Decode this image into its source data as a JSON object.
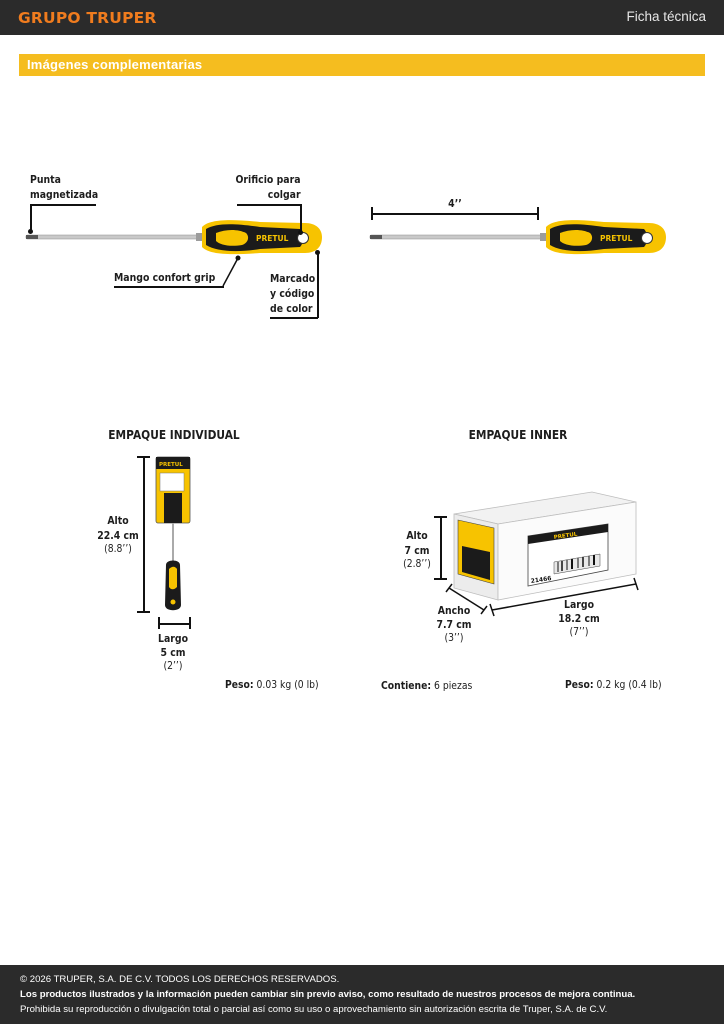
{
  "header": {
    "brand": "GRUPO TRUPER",
    "doc_type": "Ficha técnica"
  },
  "section": {
    "title": "Imágenes complementarias"
  },
  "product": {
    "callouts": {
      "tip_line1": "Punta",
      "tip_line2": "magnetizada",
      "hole_line1": "Orificio para",
      "hole_line2": "colgar",
      "grip": "Mango confort grip",
      "mark_line1": "Marcado",
      "mark_line2": "y código",
      "mark_line3": "de color"
    },
    "handle_brand": "PRETUL",
    "dimension": "4’’"
  },
  "packages": {
    "individual": {
      "title": "EMPAQUE INDIVIDUAL",
      "alto_label": "Alto",
      "alto_cm": "22.4 cm",
      "alto_in": "(8.8’’)",
      "largo_label": "Largo",
      "largo_cm": "5 cm",
      "largo_in": "(2’’)",
      "weight_label": "Peso:",
      "weight_value": "0.03 kg (0 lb)"
    },
    "inner": {
      "title": "EMPAQUE INNER",
      "alto_label": "Alto",
      "alto_cm": "7 cm",
      "alto_in": "(2.8’’)",
      "ancho_label": "Ancho",
      "ancho_cm": "7.7 cm",
      "ancho_in": "(3’’)",
      "largo_label": "Largo",
      "largo_cm": "18.2 cm",
      "largo_in": "(7’’)",
      "contains_label": "Contiene:",
      "contains_value": "6 piezas",
      "weight_label": "Peso:",
      "weight_value": "0.2 kg (0.4 lb)",
      "box_code": "21466"
    }
  },
  "footer": {
    "copyright": "© 2026 TRUPER, S.A. DE C.V. TODOS LOS DERECHOS RESERVADOS.",
    "notice": "Los productos ilustrados y la información pueden cambiar sin previo aviso, como resultado de nuestros procesos de mejora continua.",
    "legal": "Prohibida su reproducción o divulgación total o parcial así como su uso o aprovechamiento sin autorización escrita de Truper, S.A. de C.V."
  },
  "colors": {
    "brand_orange": "#f07c1e",
    "section_yellow": "#f5bd1f",
    "dark_bar": "#2b2b2b",
    "handle_yellow": "#f7c300"
  }
}
